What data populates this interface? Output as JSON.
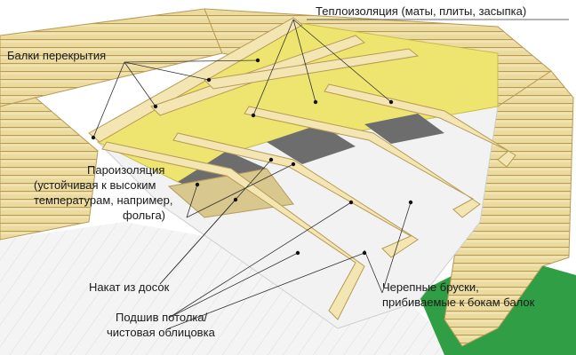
{
  "labels": {
    "insulation": "Теплоизоляция (маты, плиты, засыпка)",
    "beams": "Балки перекрытия",
    "vapor": [
      "Пароизоляция",
      "(устойчивая к высоким",
      "температурам, например,",
      "фольга)"
    ],
    "planks": "Накат из досок",
    "ceiling": [
      "Подшив потолка/",
      "чистовая облицовка"
    ],
    "cranial": [
      "Черепные бруски,",
      "прибиваемые к бокам балок"
    ]
  },
  "colors": {
    "log": "#e9d79a",
    "log_line": "#b79a55",
    "insulation": "#ede56f",
    "foil": "#6d6d6d",
    "plank": "#d8c88e",
    "ceiling": "#f2f2f2",
    "grass": "#2f9e44"
  }
}
